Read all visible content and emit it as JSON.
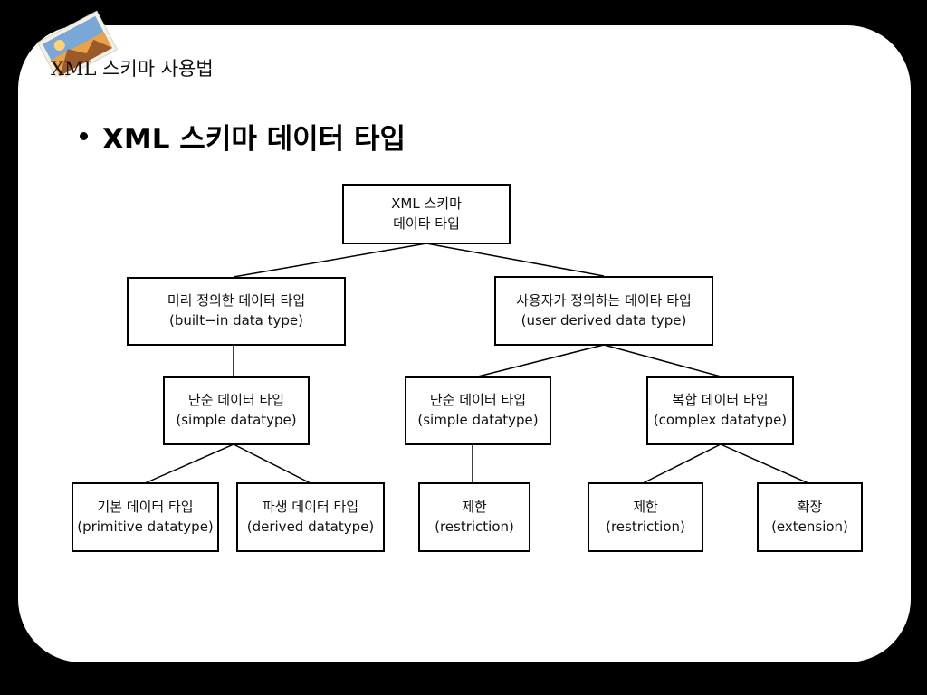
{
  "header": {
    "title": "XML 스키마 사용법"
  },
  "bullet": {
    "text": "XML 스키마 데이터 타입"
  },
  "tree": {
    "root": {
      "line1": "XML 스키마",
      "line2": "데이타 타입"
    },
    "builtin": {
      "line1": "미리 정의한 데이터 타입",
      "line2": "(built−in data type)"
    },
    "user_derived": {
      "line1": "사용자가 정의하는 데이타 타입",
      "line2": "(user derived data type)"
    },
    "builtin_simple": {
      "line1": "단순 데이터 타입",
      "line2": "(simple datatype)"
    },
    "user_simple": {
      "line1": "단순 데이터 타입",
      "line2": "(simple datatype)"
    },
    "user_complex": {
      "line1": "복합 데이터 타입",
      "line2": "(complex datatype)"
    },
    "primitive": {
      "line1": "기본 데이터 타입",
      "line2": "(primitive datatype)"
    },
    "derived": {
      "line1": "파생 데이터 타입",
      "line2": "(derived datatype)"
    },
    "simple_restriction": {
      "line1": "제한",
      "line2": "(restriction)"
    },
    "complex_restriction": {
      "line1": "제한",
      "line2": "(restriction)"
    },
    "complex_extension": {
      "line1": "확장",
      "line2": "(extension)"
    }
  },
  "colors": {
    "background": "#000000",
    "slide": "#ffffff",
    "stroke": "#000000"
  },
  "icons": [
    "photo-stack-icon"
  ]
}
